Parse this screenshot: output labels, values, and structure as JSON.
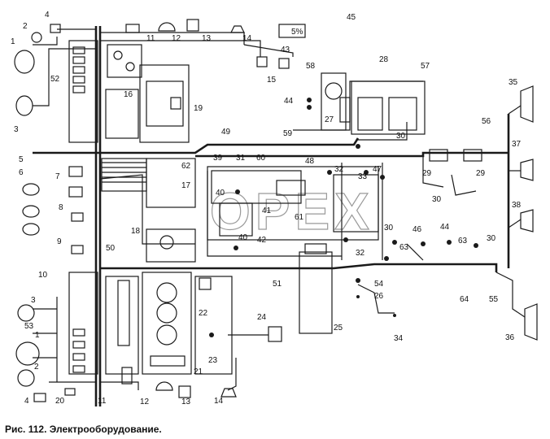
{
  "caption": "Рис. 112. Электрооборудование.",
  "watermark": "OPEX",
  "badge": "5%",
  "labels": {
    "l1a": "1",
    "l1b": "1",
    "l2a": "2",
    "l2b": "2",
    "l3a": "3",
    "l3b": "3",
    "l4a": "4",
    "l4b": "4",
    "l5": "5",
    "l6": "6",
    "l7": "7",
    "l8": "8",
    "l9": "9",
    "l10": "10",
    "l11a": "11",
    "l11b": "11",
    "l12a": "12",
    "l12b": "12",
    "l13a": "13",
    "l13b": "13",
    "l14a": "14",
    "l14b": "14",
    "l15": "15",
    "l16": "16",
    "l17": "17",
    "l18": "18",
    "l19": "19",
    "l20": "20",
    "l21": "21",
    "l22": "22",
    "l23": "23",
    "l24": "24",
    "l25": "25",
    "l26": "26",
    "l27": "27",
    "l28": "28",
    "l29a": "29",
    "l29b": "29",
    "l30a": "30",
    "l30b": "30",
    "l30c": "30",
    "l30d": "30",
    "l31": "31",
    "l32a": "32",
    "l32b": "32",
    "l33": "33",
    "l34": "34",
    "l35": "35",
    "l36": "36",
    "l37": "37",
    "l38": "38",
    "l39": "39",
    "l40a": "40",
    "l40b": "40",
    "l41": "41",
    "l42": "42",
    "l43": "43",
    "l44a": "44",
    "l44b": "44",
    "l45": "45",
    "l46": "46",
    "l47": "47",
    "l48": "48",
    "l49": "49",
    "l50": "50",
    "l51": "51",
    "l52": "52",
    "l53": "53",
    "l54": "54",
    "l55": "55",
    "l56": "56",
    "l57": "57",
    "l58": "58",
    "l59": "59",
    "l60": "60",
    "l61": "61",
    "l62": "62",
    "l63a": "63",
    "l63b": "63",
    "l64": "64"
  }
}
